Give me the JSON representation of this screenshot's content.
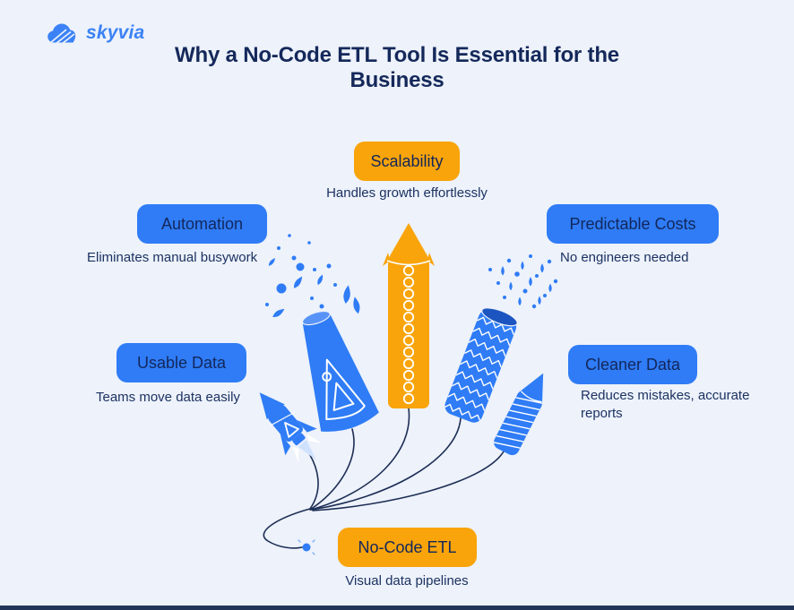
{
  "logo": {
    "brand": "skyvia",
    "icon": "cloud-icon"
  },
  "title": "Why a No-Code ETL Tool Is Essential for the Business",
  "nodes": [
    {
      "id": "scalability",
      "label": "Scalability",
      "caption": "Handles growth effortlessly",
      "color": "orange"
    },
    {
      "id": "automation",
      "label": "Automation",
      "caption": "Eliminates manual busywork",
      "color": "blue"
    },
    {
      "id": "predictable-costs",
      "label": "Predictable Costs",
      "caption": "No engineers needed",
      "color": "blue"
    },
    {
      "id": "usable-data",
      "label": "Usable Data",
      "caption": "Teams move data easily",
      "color": "blue"
    },
    {
      "id": "cleaner-data",
      "label": "Cleaner Data",
      "caption": "Reduces mistakes, accurate reports",
      "color": "blue"
    },
    {
      "id": "no-code-etl",
      "label": "No-Code ETL",
      "caption": "Visual data pipelines",
      "color": "orange"
    }
  ],
  "colors": {
    "background": "#edf2fb",
    "pill_blue": "#2f7cf6",
    "pill_orange": "#f9a40a",
    "text_navy": "#14285a",
    "logo_blue": "#3b82f6",
    "fuse": "#1d2e55",
    "bottom_bar": "#223457"
  },
  "illustration": {
    "icons": [
      "cloud-icon",
      "party-popper-cone-icon",
      "orange-rocket-icon",
      "zigzag-firecracker-icon",
      "striped-rocket-icon",
      "small-rocket-icon",
      "fuse-lines",
      "spark-dot"
    ]
  }
}
